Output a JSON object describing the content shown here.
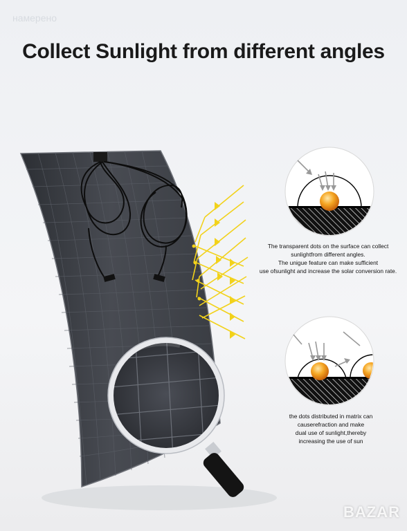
{
  "title": "Collect Sunlight from different angles",
  "watermark_top": "намерено",
  "caption_top": [
    "The transparent dots on the surface can collect",
    "sunlightfrom different angles.",
    "The unigue feature can make sufficient",
    "use ofsunlight and increase the solar conversion rate."
  ],
  "caption_bottom": [
    "the dots distributed in matrix can",
    "causerefraction and make",
    "dual use of sunlight,thereby",
    "increasing the use of sun"
  ],
  "watermark_bottom": "BAZAR",
  "colors": {
    "panel": "#3a3d43",
    "ray": "#f2d21b",
    "sun": "#f39a1e"
  }
}
